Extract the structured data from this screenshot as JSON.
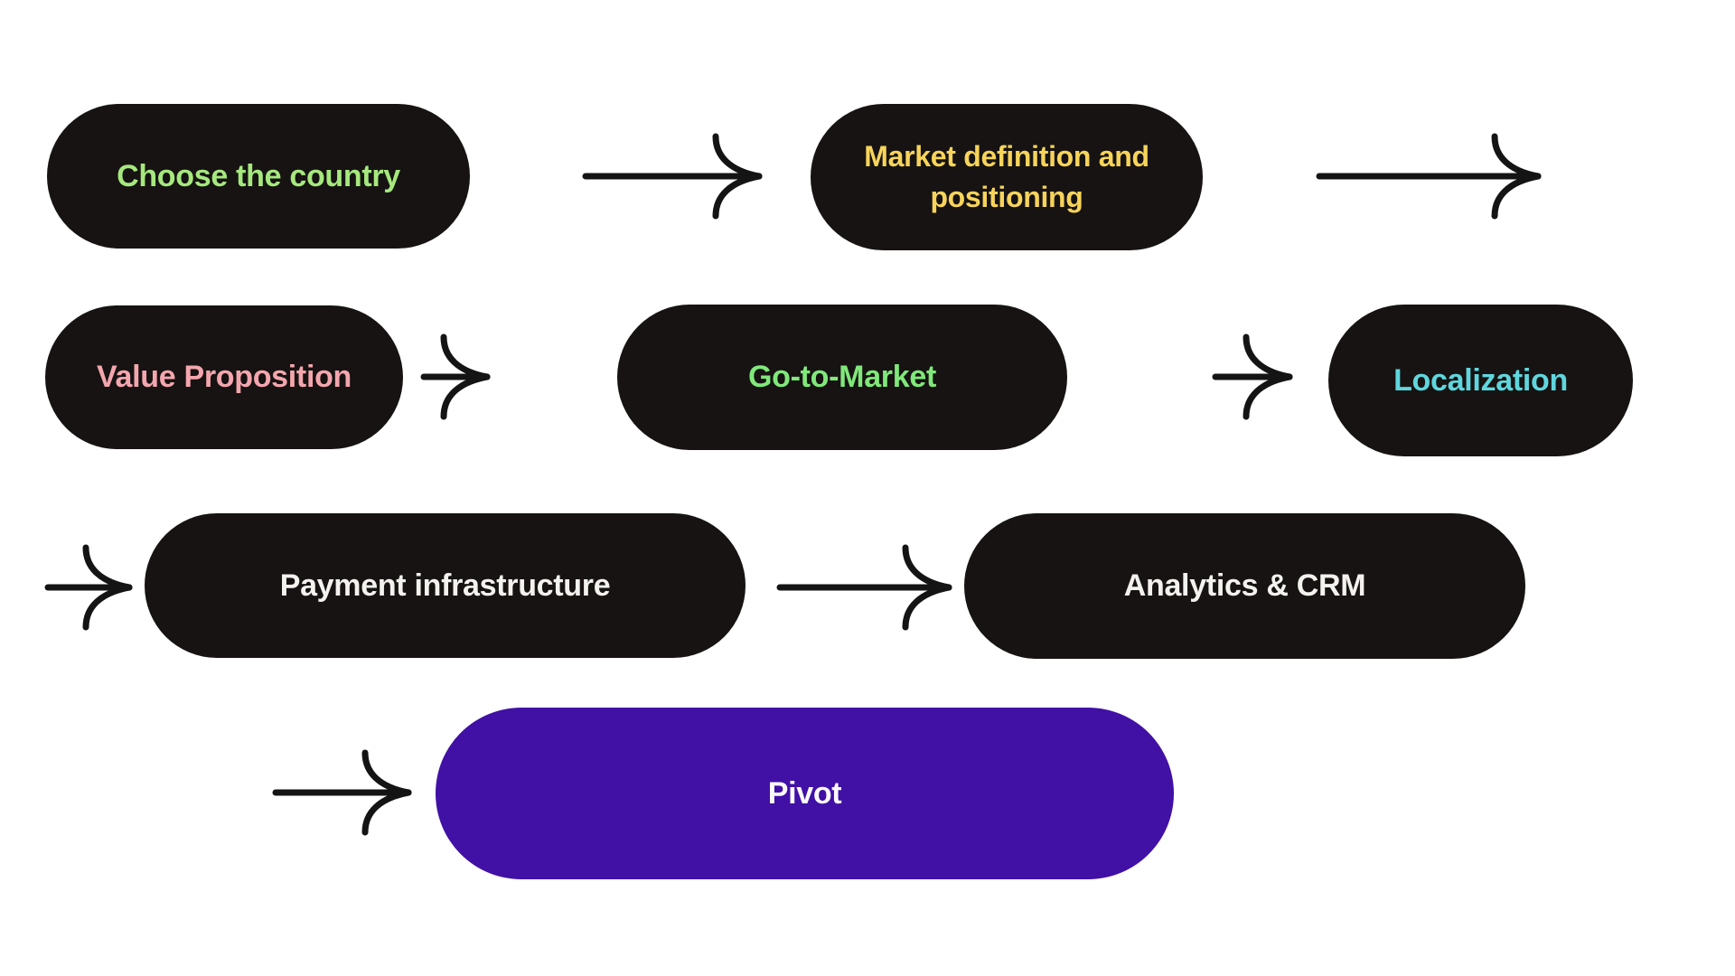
{
  "canvas": {
    "background_color": "#FFFFFF",
    "arrow_color": "#141414",
    "dark_pill_color": "#161312"
  },
  "flowchart": {
    "steps": [
      {
        "id": "choose-country",
        "label": "Choose the country",
        "text_color": "#A6E87E",
        "bg_color": "#161312"
      },
      {
        "id": "market-definition",
        "label": "Market definition and positioning",
        "text_color": "#F7D45A",
        "bg_color": "#161312"
      },
      {
        "id": "value-proposition",
        "label": "Value Proposition",
        "text_color": "#F4A6AE",
        "bg_color": "#161312"
      },
      {
        "id": "go-to-market",
        "label": "Go-to-Market",
        "text_color": "#80E87A",
        "bg_color": "#161312"
      },
      {
        "id": "localization",
        "label": "Localization",
        "text_color": "#5FD6DD",
        "bg_color": "#161312"
      },
      {
        "id": "payment-infrastructure",
        "label": "Payment infrastructure",
        "text_color": "#F4F2EF",
        "bg_color": "#161312"
      },
      {
        "id": "analytics-crm",
        "label": "Analytics & CRM",
        "text_color": "#F4F2EF",
        "bg_color": "#161312"
      },
      {
        "id": "pivot",
        "label": "Pivot",
        "text_color": "#FAF9FB",
        "bg_color": "#4110A5"
      }
    ]
  }
}
